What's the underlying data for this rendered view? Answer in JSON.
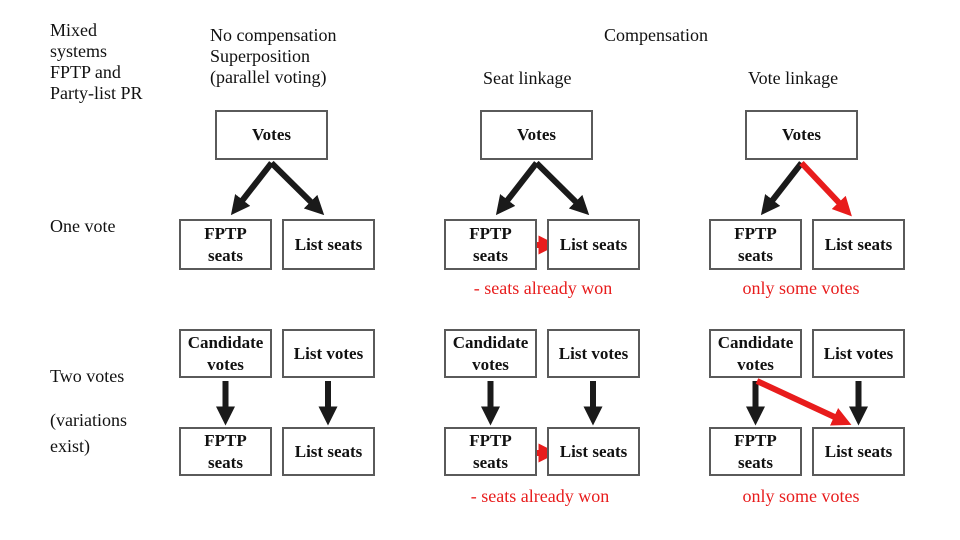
{
  "colors": {
    "background": "#ffffff",
    "text": "#111111",
    "accent_red": "#e81c1c",
    "arrow_black": "#1a1a1a",
    "box_border": "#5a5a5a"
  },
  "corner_label": {
    "text": "Mixed\nsystems\nFPTP and\nParty-list PR"
  },
  "column_headers": {
    "no_compensation": "No compensation\nSuperposition\n(parallel voting)",
    "compensation": "Compensation",
    "seat_linkage": "Seat linkage",
    "vote_linkage": "Vote linkage"
  },
  "row_labels": {
    "one_vote": "One vote",
    "two_votes": "Two votes",
    "two_votes_note": "(variations exist)"
  },
  "diagrams": [
    {
      "id": "one-vote-no-compensation",
      "row": "One vote",
      "column": "No compensation",
      "boxes": {
        "top": "Votes",
        "bottom_left": "FPTP\nseats",
        "bottom_right": "List seats"
      },
      "arrows": [
        {
          "from": "top",
          "to": "bottom_left",
          "color": "black"
        },
        {
          "from": "top",
          "to": "bottom_right",
          "color": "black"
        }
      ],
      "annotation": ""
    },
    {
      "id": "one-vote-seat-linkage",
      "row": "One vote",
      "column": "Seat linkage",
      "boxes": {
        "top": "Votes",
        "bottom_left": "FPTP\nseats",
        "bottom_right": "List seats"
      },
      "arrows": [
        {
          "from": "top",
          "to": "bottom_left",
          "color": "black"
        },
        {
          "from": "top",
          "to": "bottom_right",
          "color": "black"
        },
        {
          "from": "bottom_left",
          "to": "bottom_right",
          "color": "red"
        }
      ],
      "annotation": "- seats already won"
    },
    {
      "id": "one-vote-vote-linkage",
      "row": "One vote",
      "column": "Vote linkage",
      "boxes": {
        "top": "Votes",
        "bottom_left": "FPTP\nseats",
        "bottom_right": "List seats"
      },
      "arrows": [
        {
          "from": "top",
          "to": "bottom_left",
          "color": "black"
        },
        {
          "from": "top",
          "to": "bottom_right",
          "color": "red"
        }
      ],
      "annotation": "only some votes"
    },
    {
      "id": "two-votes-no-compensation",
      "row": "Two votes",
      "column": "No compensation",
      "boxes": {
        "top_left": "Candidate\nvotes",
        "top_right": "List votes",
        "bottom_left": "FPTP\nseats",
        "bottom_right": "List seats"
      },
      "arrows": [
        {
          "from": "top_left",
          "to": "bottom_left",
          "color": "black"
        },
        {
          "from": "top_right",
          "to": "bottom_right",
          "color": "black"
        }
      ],
      "annotation": ""
    },
    {
      "id": "two-votes-seat-linkage",
      "row": "Two votes",
      "column": "Seat linkage",
      "boxes": {
        "top_left": "Candidate\nvotes",
        "top_right": "List votes",
        "bottom_left": "FPTP\nseats",
        "bottom_right": "List seats"
      },
      "arrows": [
        {
          "from": "top_left",
          "to": "bottom_left",
          "color": "black"
        },
        {
          "from": "top_right",
          "to": "bottom_right",
          "color": "black"
        },
        {
          "from": "bottom_left",
          "to": "bottom_right",
          "color": "red"
        }
      ],
      "annotation": "- seats already won"
    },
    {
      "id": "two-votes-vote-linkage",
      "row": "Two votes",
      "column": "Vote linkage",
      "boxes": {
        "top_left": "Candidate\nvotes",
        "top_right": "List votes",
        "bottom_left": "FPTP\nseats",
        "bottom_right": "List seats"
      },
      "arrows": [
        {
          "from": "top_left",
          "to": "bottom_left",
          "color": "black"
        },
        {
          "from": "top_right",
          "to": "bottom_right",
          "color": "black"
        },
        {
          "from": "top_left",
          "to": "bottom_right",
          "color": "red"
        }
      ],
      "annotation": "only some votes"
    }
  ]
}
